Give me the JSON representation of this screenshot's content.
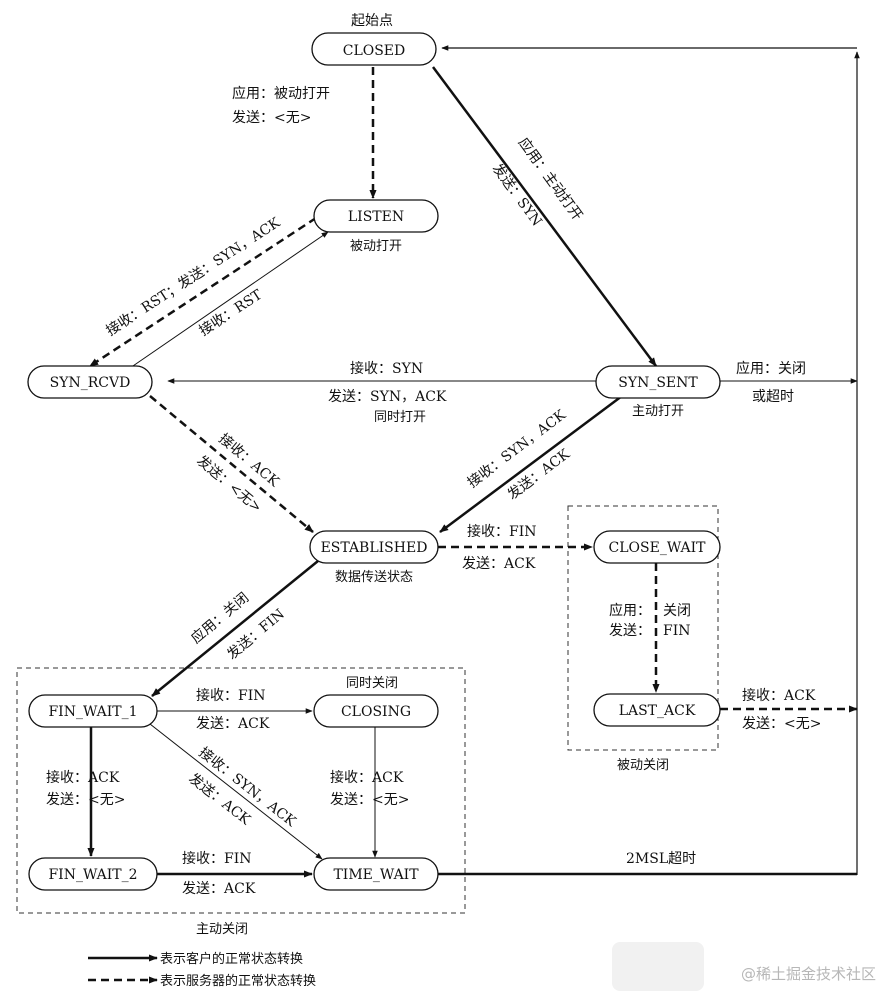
{
  "states": {
    "closed": "CLOSED",
    "listen": "LISTEN",
    "syn_rcvd": "SYN_RCVD",
    "syn_sent": "SYN_SENT",
    "established": "ESTABLISHED",
    "close_wait": "CLOSE_WAIT",
    "last_ack": "LAST_ACK",
    "fin_wait_1": "FIN_WAIT_1",
    "closing": "CLOSING",
    "fin_wait_2": "FIN_WAIT_2",
    "time_wait": "TIME_WAIT"
  },
  "annotations": {
    "start": "起始点",
    "passive_open": "被动打开",
    "active_open": "主动打开",
    "simultaneous_open": "同时打开",
    "data_transfer": "数据传送状态",
    "simultaneous_close": "同时关闭",
    "passive_close": "被动关闭",
    "active_close": "主动关闭"
  },
  "transitions": {
    "closed_listen_1": "应用：被动打开",
    "closed_listen_2": "发送：<无>",
    "closed_synsent_1": "应用：主动打开",
    "closed_synsent_2": "发送：SYN",
    "listen_synrcvd": "接收：RST；发送：SYN，ACK",
    "synrcvd_listen": "接收：RST",
    "synsent_synrcvd_1": "接收：SYN",
    "synsent_synrcvd_2": "发送：SYN，ACK",
    "synsent_closed_1": "应用：关闭",
    "synsent_closed_2": "或超时",
    "synrcvd_est_1": "接收：ACK",
    "synrcvd_est_2": "发送：<无>",
    "synsent_est_1": "接收：SYN，ACK",
    "synsent_est_2": "发送：ACK",
    "est_closewait_1": "接收：FIN",
    "est_closewait_2": "发送：ACK",
    "closewait_lastack_1": "应用：",
    "closewait_lastack_1b": "关闭",
    "closewait_lastack_2": "发送：",
    "closewait_lastack_2b": "FIN",
    "lastack_closed_1": "接收：ACK",
    "lastack_closed_2": "发送：<无>",
    "est_finwait1_1": "应用：关闭",
    "est_finwait1_2": "发送：FIN",
    "finwait1_closing_1": "接收：FIN",
    "finwait1_closing_2": "发送：ACK",
    "finwait1_timewait_1": "接收：SYN，ACK",
    "finwait1_timewait_2": "发送：ACK",
    "finwait1_finwait2_1": "接收：ACK",
    "finwait1_finwait2_2": "发送：<无>",
    "closing_timewait_1": "接收：ACK",
    "closing_timewait_2": "发送：<无>",
    "finwait2_timewait_1": "接收：FIN",
    "finwait2_timewait_2": "发送：ACK",
    "timewait_closed": "2MSL超时"
  },
  "legend": {
    "client": "表示客户的正常状态转换",
    "server": "表示服务器的正常状态转换"
  },
  "watermark": "@稀土掘金技术社区"
}
